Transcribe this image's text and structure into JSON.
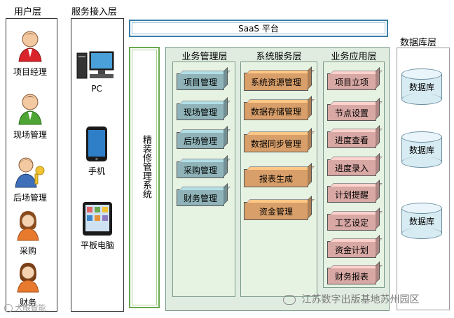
{
  "columns": {
    "user": "用户层",
    "access": "服务接入层",
    "database": "数据库层"
  },
  "saas": {
    "label": "SaaS 平台"
  },
  "system": {
    "label": "精装修管理系统"
  },
  "users": [
    "项目经理",
    "现场管理",
    "后场管理",
    "采购",
    "财务"
  ],
  "devices": [
    "PC",
    "手机",
    "平板电脑"
  ],
  "layers": {
    "business_mgmt": {
      "title": "业务管理层",
      "items": [
        "项目管理",
        "现场管理",
        "后场管理",
        "采购管理",
        "财务管理"
      ]
    },
    "system_service": {
      "title": "系统服务层",
      "items": [
        "系统资源管理",
        "数据存储管理",
        "数据同步管理",
        "报表生成",
        "资金管理"
      ]
    },
    "business_app": {
      "title": "业务应用层",
      "items": [
        "项目立项",
        "节点设置",
        "进度查看",
        "进度录入",
        "计划提醒",
        "工艺设定",
        "资金计划",
        "财务报表"
      ]
    }
  },
  "databases": [
    "数据库",
    "数据库",
    "数据库"
  ],
  "watermark": {
    "left": "大眼智能",
    "right": "江苏数字出版基地苏州园区"
  },
  "colors": {
    "saas_border": "#3c7fa8",
    "system_border": "#6aa84f",
    "mgmt_box": "#8fb3b8",
    "sys_box": "#d89f6a",
    "app_box": "#d8a8a4",
    "layer_bg": "#e6f2e2",
    "db_fill": "#d7ebf2"
  }
}
